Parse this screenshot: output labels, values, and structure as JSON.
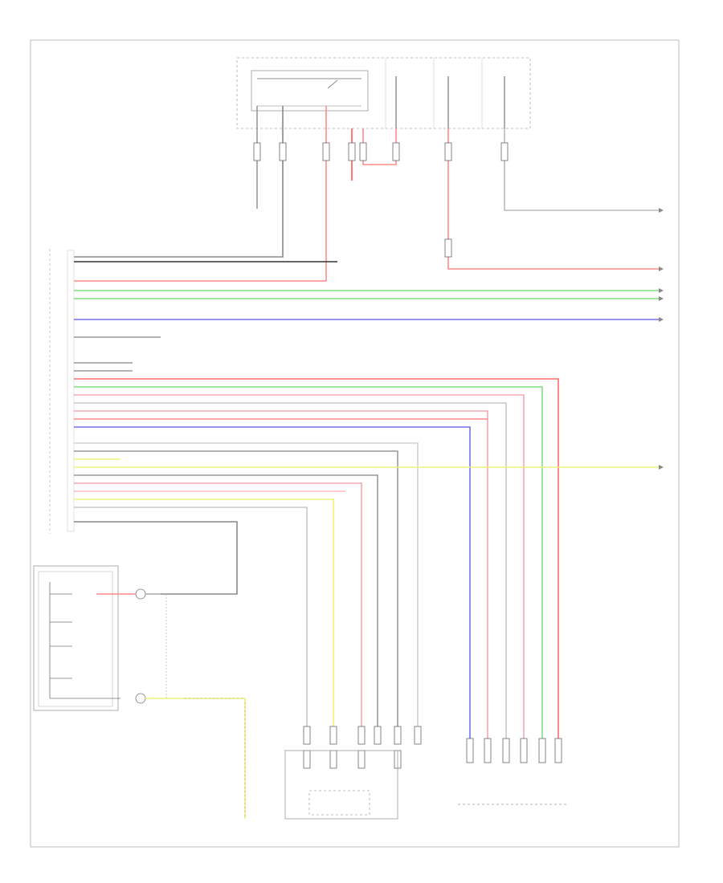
{
  "diagram": {
    "colors": {
      "black": "#333333",
      "gray": "#999999",
      "white": "#c8c8c8",
      "red": "#ff8a8a",
      "pink": "#f7a8b2",
      "green": "#7ee07e",
      "lt_green": "#b8f0b8",
      "blue": "#7272f0",
      "yellow": "#f0f07a",
      "violet": "#d8a8e0"
    },
    "page_tag": "",
    "top_wire_ids": [
      "",
      "",
      ""
    ],
    "bus_rows": [
      {
        "color": "black"
      },
      {
        "color": "black"
      },
      {
        "color": "black"
      },
      {
        "color": "green"
      },
      {
        "color": "green"
      },
      {
        "color": "blue"
      },
      {
        "color": "gray"
      }
    ],
    "lower_rows": [
      {
        "color": "white"
      },
      {
        "color": "white"
      },
      {
        "color": "black"
      },
      {
        "color": "green"
      },
      {
        "color": "lt_green"
      },
      {
        "color": "pink"
      },
      {
        "color": "red"
      },
      {
        "color": "red"
      },
      {
        "color": "blue"
      },
      {
        "color": "white"
      },
      {
        "color": "gray"
      },
      {
        "color": "yellow"
      },
      {
        "color": "yellow"
      },
      {
        "color": "gray"
      },
      {
        "color": "pink"
      },
      {
        "color": "yellow"
      },
      {
        "color": "white"
      },
      {
        "color": "gray"
      }
    ]
  }
}
